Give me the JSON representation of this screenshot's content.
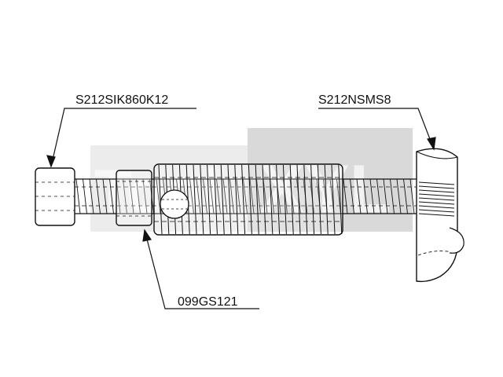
{
  "watermark": {
    "left_text": "Tool",
    "right_text": "XYL",
    "light_color": "#e6e6e6",
    "dark_color": "#d2d2d2"
  },
  "callouts": {
    "screw": {
      "label": "S212SIK860K12"
    },
    "nut": {
      "label": "S212NSMS8"
    },
    "sleeve": {
      "label": "099GS121"
    }
  },
  "colors": {
    "line": "#111111",
    "background": "#ffffff"
  }
}
